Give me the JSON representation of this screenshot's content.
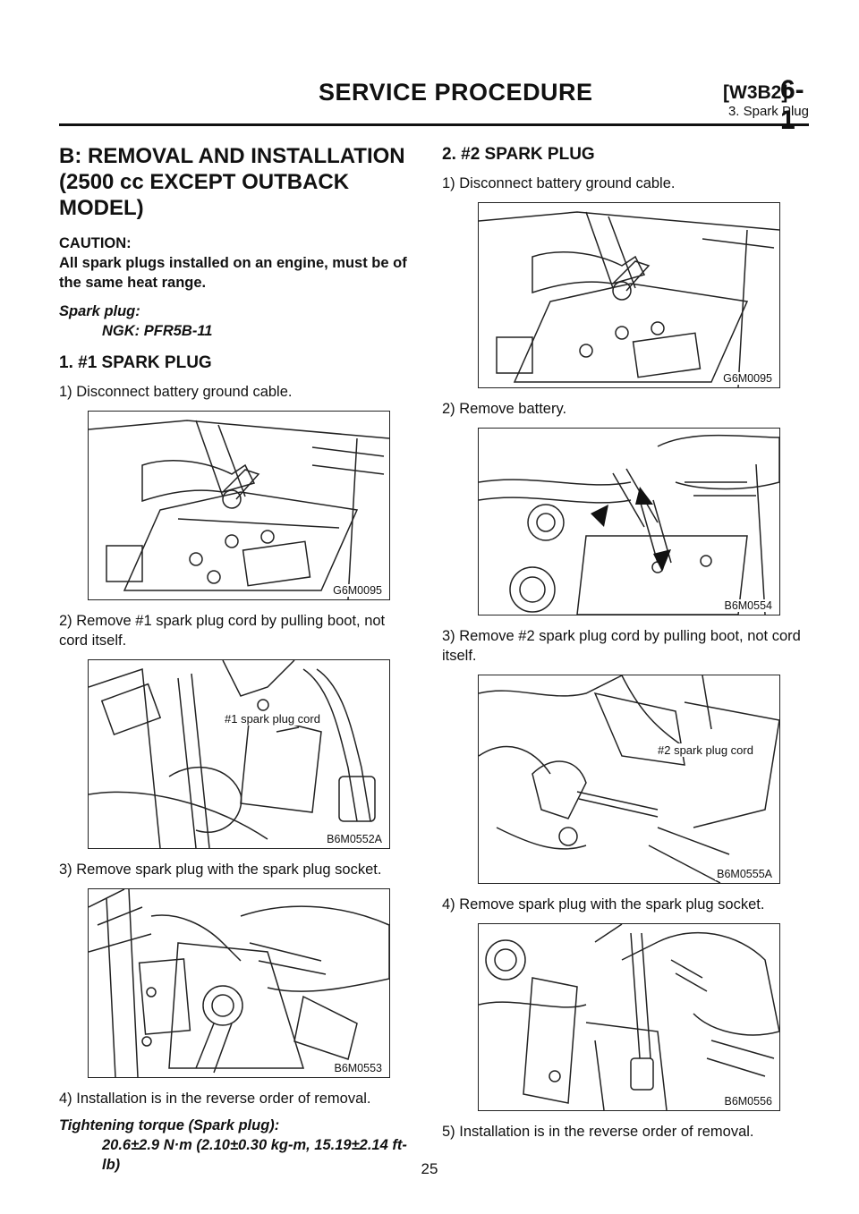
{
  "header": {
    "title": "SERVICE PROCEDURE",
    "code": "[W3B2]",
    "section": "6-1",
    "subtitle": "3. Spark Plug"
  },
  "left": {
    "heading": "B: REMOVAL AND INSTALLATION (2500 cc EXCEPT OUTBACK MODEL)",
    "caution_title": "CAUTION:",
    "caution_text": "All spark plugs installed on an engine, must be of the same heat range.",
    "spark_plug_label": "Spark plug:",
    "spark_plug_value": "NGK: PFR5B-11",
    "sub_heading": "1. #1 SPARK PLUG",
    "step1": "1) Disconnect battery ground cable.",
    "fig1": "G6M0095",
    "step2": "2) Remove #1 spark plug cord by pulling boot, not cord itself.",
    "fig2": "B6M0552A",
    "fig2_callout": "#1 spark plug cord",
    "step3": "3) Remove spark plug with the spark plug socket.",
    "fig3": "B6M0553",
    "step4": "4) Installation is in the reverse order of removal.",
    "torque_label": "Tightening torque (Spark plug):",
    "torque_value": "20.6±2.9 N·m (2.10±0.30 kg-m, 15.19±2.14 ft-lb)"
  },
  "right": {
    "sub_heading": "2. #2 SPARK PLUG",
    "step1": "1) Disconnect battery ground cable.",
    "fig1": "G6M0095",
    "step2": "2) Remove battery.",
    "fig2": "B6M0554",
    "step3": "3) Remove #2 spark plug cord by pulling boot, not cord itself.",
    "fig3": "B6M0555A",
    "fig3_callout": "#2 spark plug cord",
    "step4": "4) Remove spark plug with the spark plug socket.",
    "fig4": "B6M0556",
    "step5": "5) Installation is in the reverse order of removal."
  },
  "page_number": "25"
}
